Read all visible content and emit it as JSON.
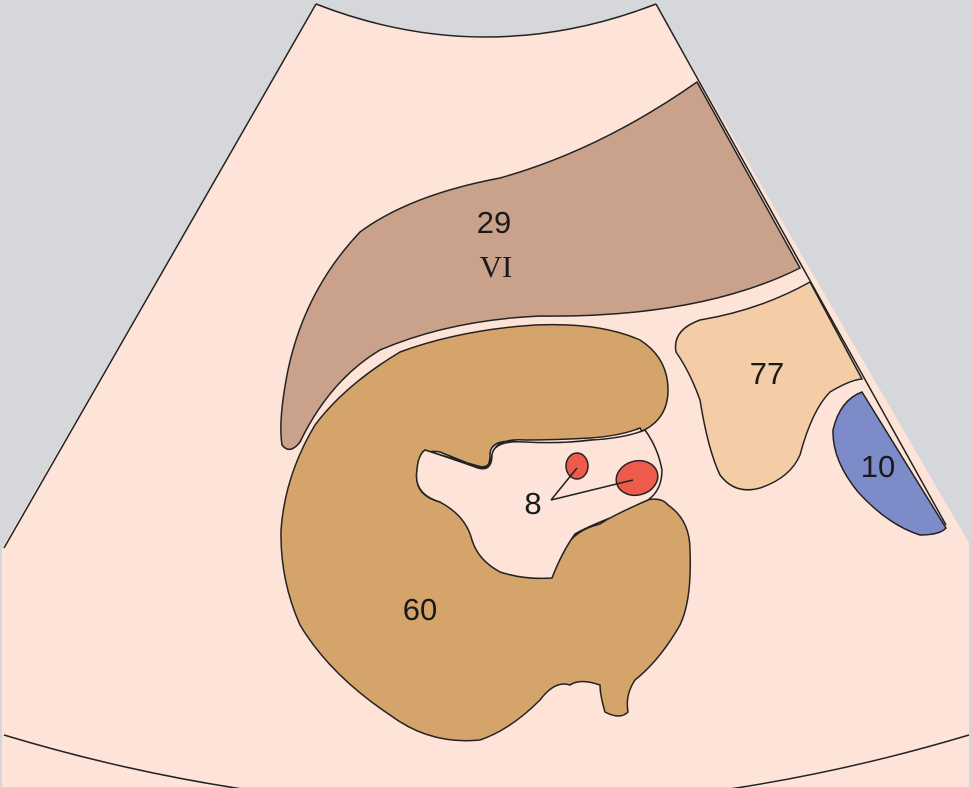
{
  "colors": {
    "outside": "#d6d7da",
    "field": "#fde3d8",
    "region_29": "#caa28c",
    "region_60": "#d5a46a",
    "region_77": "#f4cca6",
    "region_10": "#7d8bc8",
    "vessel": "#ee5b4d"
  },
  "labels": {
    "region_29": "29",
    "region_29_sub": "VI",
    "region_77": "77",
    "region_10": "10",
    "region_60": "60",
    "vessels": "8"
  }
}
